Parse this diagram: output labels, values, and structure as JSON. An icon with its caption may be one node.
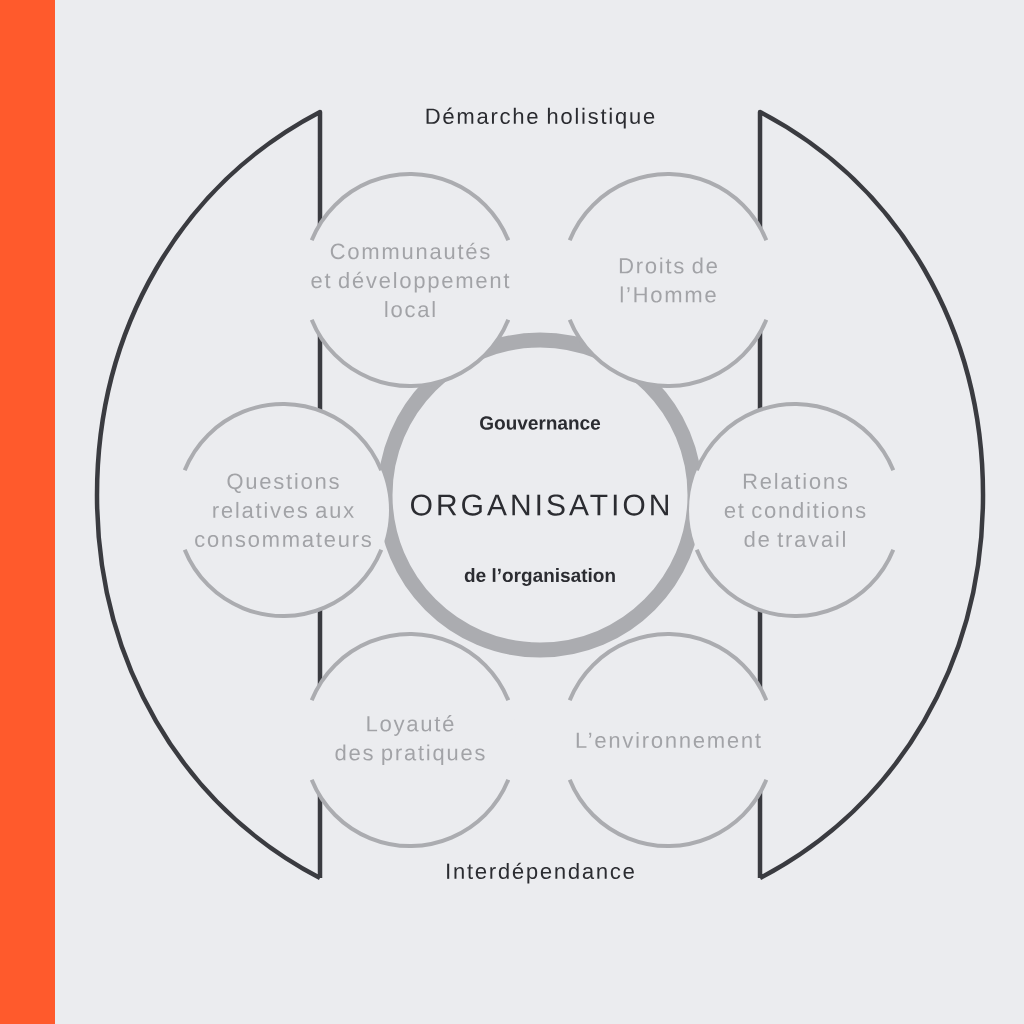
{
  "diagram": {
    "nodes": [
      {
        "text": [
          "Communautés et développement local"
        ]
      },
      {
        "text": [
          "Droits de l’Homme"
        ]
      },
      {
        "text": [
          "Questions relatives aux consommateurs"
        ]
      },
      {
        "text": [
          "Gouvernance",
          "ORGANISATION",
          "de l’organisation"
        ]
      },
      {
        "text": [
          "Relations et conditions de travail"
        ]
      },
      {
        "text": [
          "Loyauté des pratiques"
        ]
      },
      {
        "text": [
          "L’environnement"
        ]
      }
    ],
    "labels": [
      "Démarche holistique",
      "Interdépendance"
    ]
  }
}
